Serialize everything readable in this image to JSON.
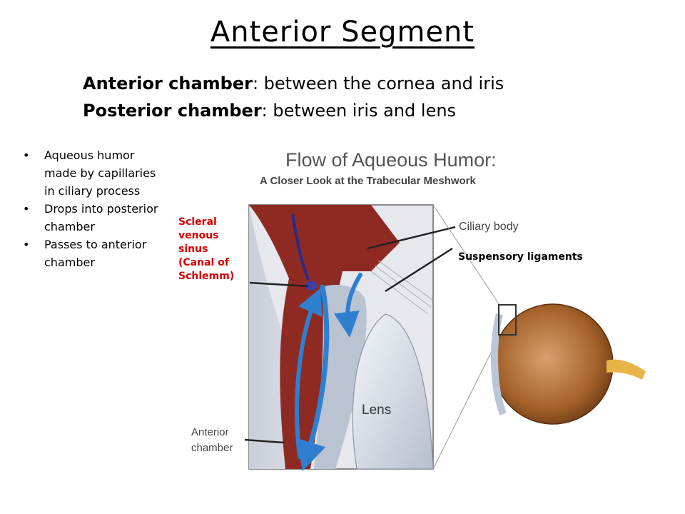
{
  "title": "Anterior Segment",
  "definitions": [
    {
      "term": "Anterior chamber",
      "text": ": between the cornea and iris"
    },
    {
      "term": "Posterior chamber",
      "text": ": between iris and lens"
    }
  ],
  "bullets": [
    "Aqueous humor made by capillaries in ciliary process",
    "Drops into posterior chamber",
    "Passes to anterior chamber"
  ],
  "figure": {
    "heading": "Flow of Aqueous Humor:",
    "subheading": "A Closer Look at the Trabecular Meshwork",
    "ciliary_body": "Ciliary body",
    "lens": "Lens",
    "anterior_chamber_1": "Anterior",
    "anterior_chamber_2": "chamber"
  },
  "annotations": {
    "scleral_sinus": [
      "Scleral",
      "venous",
      "sinus",
      "(Canal of",
      "Schlemm)"
    ],
    "suspensory": "Suspensory ligaments"
  }
}
